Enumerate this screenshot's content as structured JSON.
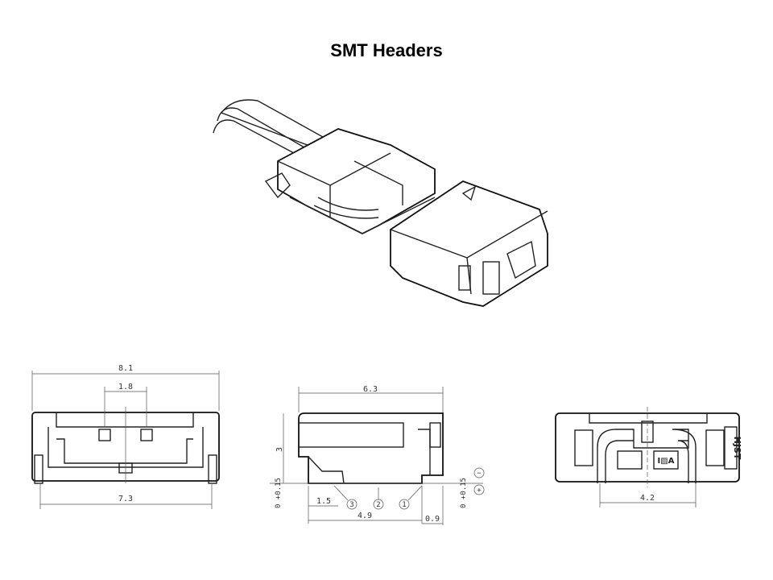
{
  "title": "SMT Headers",
  "front_view": {
    "overall_width": "8.1",
    "pin_pitch": "1.8",
    "base_width": "7.3"
  },
  "side_view": {
    "length": "6.3",
    "height": "3",
    "tolerance_left": "0 +0.15",
    "tolerance_right": "0 +0.15",
    "dim_a": "1.5",
    "dim_b": "4.9",
    "dim_c": "0.9",
    "markers": [
      "3",
      "2",
      "1"
    ],
    "minus": "−",
    "plus": "+"
  },
  "rear_view": {
    "width": "4.2",
    "brand": "HJST",
    "part_mark": "I▨A"
  }
}
